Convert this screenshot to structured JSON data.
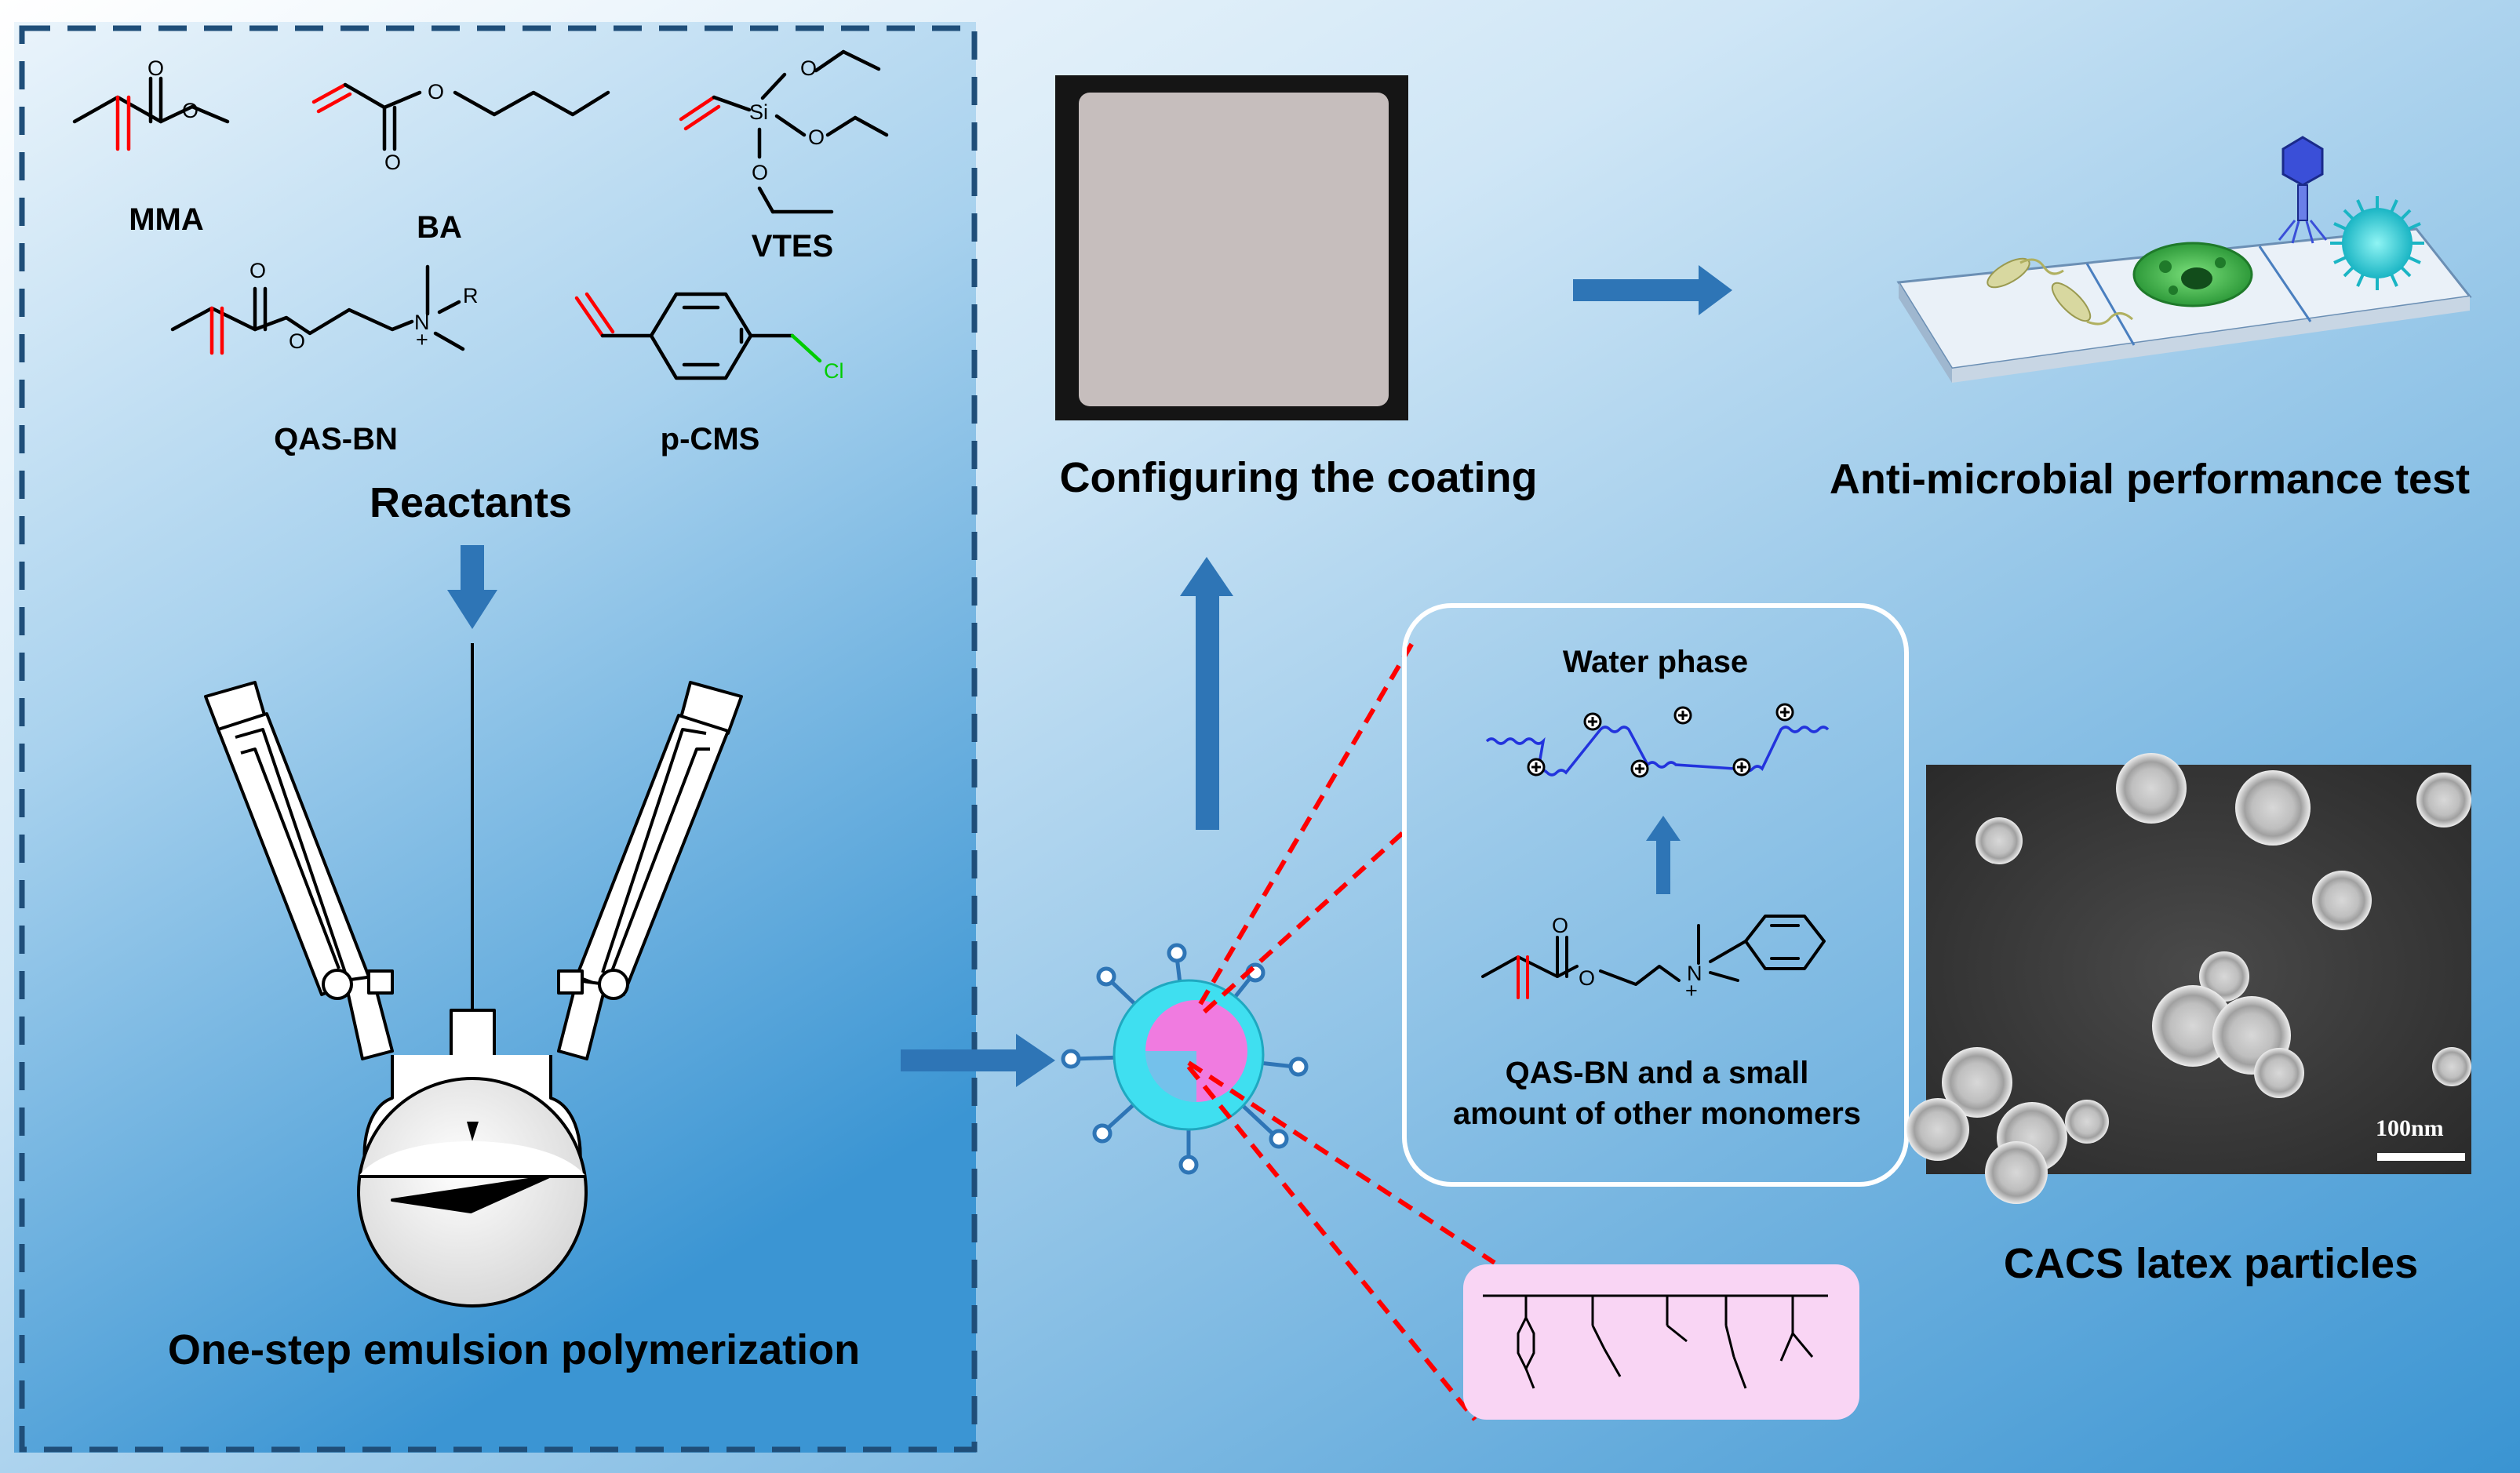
{
  "colors": {
    "gradient_light": "#eef6fc",
    "gradient_dark": "#3a94d2",
    "arrow_blue": "#2e75b6",
    "double_bond_red": "#ff0000",
    "chloro_green": "#00cc00",
    "dashed_border": "#1f4e79",
    "callout_red": "#ff0000",
    "shell_cyan": "#3fdff0",
    "core_pink": "#f07be0",
    "polymer_blue": "#2233dd",
    "pink_box": "#f9d5f4",
    "tem_gray": "#3c3c3c"
  },
  "reactants": {
    "mma": "MMA",
    "ba": "BA",
    "vtes": "VTES",
    "qas_bn": "QAS-BN",
    "p_cms": "p-CMS",
    "title": "Reactants"
  },
  "atoms": {
    "o": "O",
    "si": "Si",
    "n": "N",
    "plus": "+",
    "r": "R",
    "cl": "Cl"
  },
  "process": {
    "polymerization": "One-step emulsion polymerization",
    "configuring": "Configuring the coating",
    "antimicrobial": "Anti-microbial performance test",
    "water_phase": "Water phase",
    "qas_line1": "QAS-BN and a small",
    "qas_line2": "amount of other monomers",
    "latex": "CACS latex particles",
    "scale_bar": "100nm"
  },
  "icons": [
    "down-arrow-icon",
    "right-arrow-icon",
    "up-arrow-icon",
    "reaction-flask-icon",
    "latex-particle-icon",
    "coated-plate-icon",
    "antimicrobial-slide-icon",
    "tem-micrograph-icon"
  ]
}
